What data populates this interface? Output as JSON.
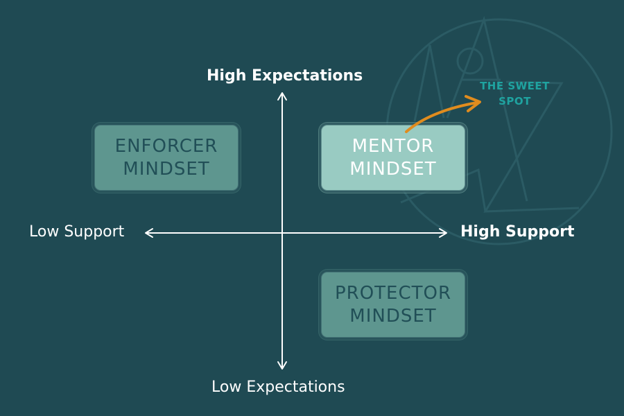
{
  "axes": {
    "top": "High Expectations",
    "bottom": "Low Expectations",
    "left": "Low Support",
    "right": "High Support"
  },
  "quadrants": {
    "enforcer": {
      "line1": "ENFORCER",
      "line2": "MINDSET"
    },
    "mentor": {
      "line1": "MENTOR",
      "line2": "MINDSET"
    },
    "protector": {
      "line1": "PROTECTOR",
      "line2": "MINDSET"
    }
  },
  "annotation": {
    "text": "THE SWEET SPOT"
  },
  "colors": {
    "background": "#1f4a53",
    "axis": "#ffffff",
    "muted_box": "#5e968f",
    "highlight_box": "#99cbc2",
    "accent_arrow": "#e08c1e",
    "sweet_spot_text": "#1fa3a0"
  }
}
